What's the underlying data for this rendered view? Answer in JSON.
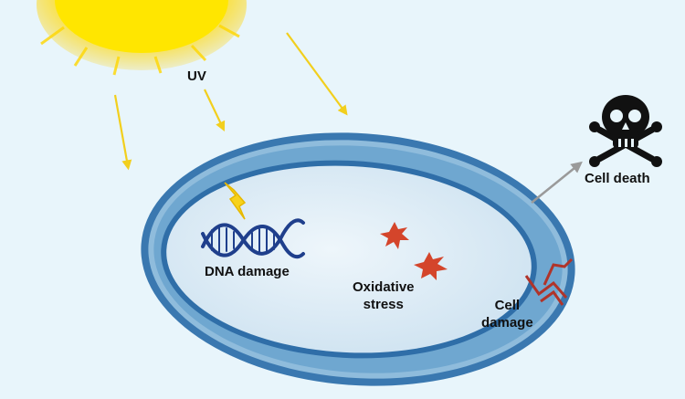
{
  "labels": {
    "uv": "UV",
    "dna_damage": "DNA damage",
    "oxidative_stress_line1": "Oxidative",
    "oxidative_stress_line2": "stress",
    "cell_damage_line1": "Cell",
    "cell_damage_line2": "damage",
    "cell_death": "Cell death"
  },
  "icons": {
    "sun": "sun-icon",
    "uv_rays": "arrow-icon",
    "dna": "dna-helix-icon",
    "lightning": "lightning-bolt-icon",
    "oxidative": "star-burst-icon",
    "cell_damage": "zigzag-crack-icon",
    "death": "skull-crossbones-icon",
    "progression": "arrow-icon"
  },
  "colors": {
    "background": "#e8f5fb",
    "sun": "#ffd700",
    "uv_ray": "#f2cf1d",
    "cell_outer": "#3a78b0",
    "cell_inner": "#dcecf6",
    "dna": "#1f3f8c",
    "oxidative": "#d4452b",
    "cell_damage": "#b0342a",
    "death_arrow": "#9a9a9a",
    "skull": "#111111"
  }
}
